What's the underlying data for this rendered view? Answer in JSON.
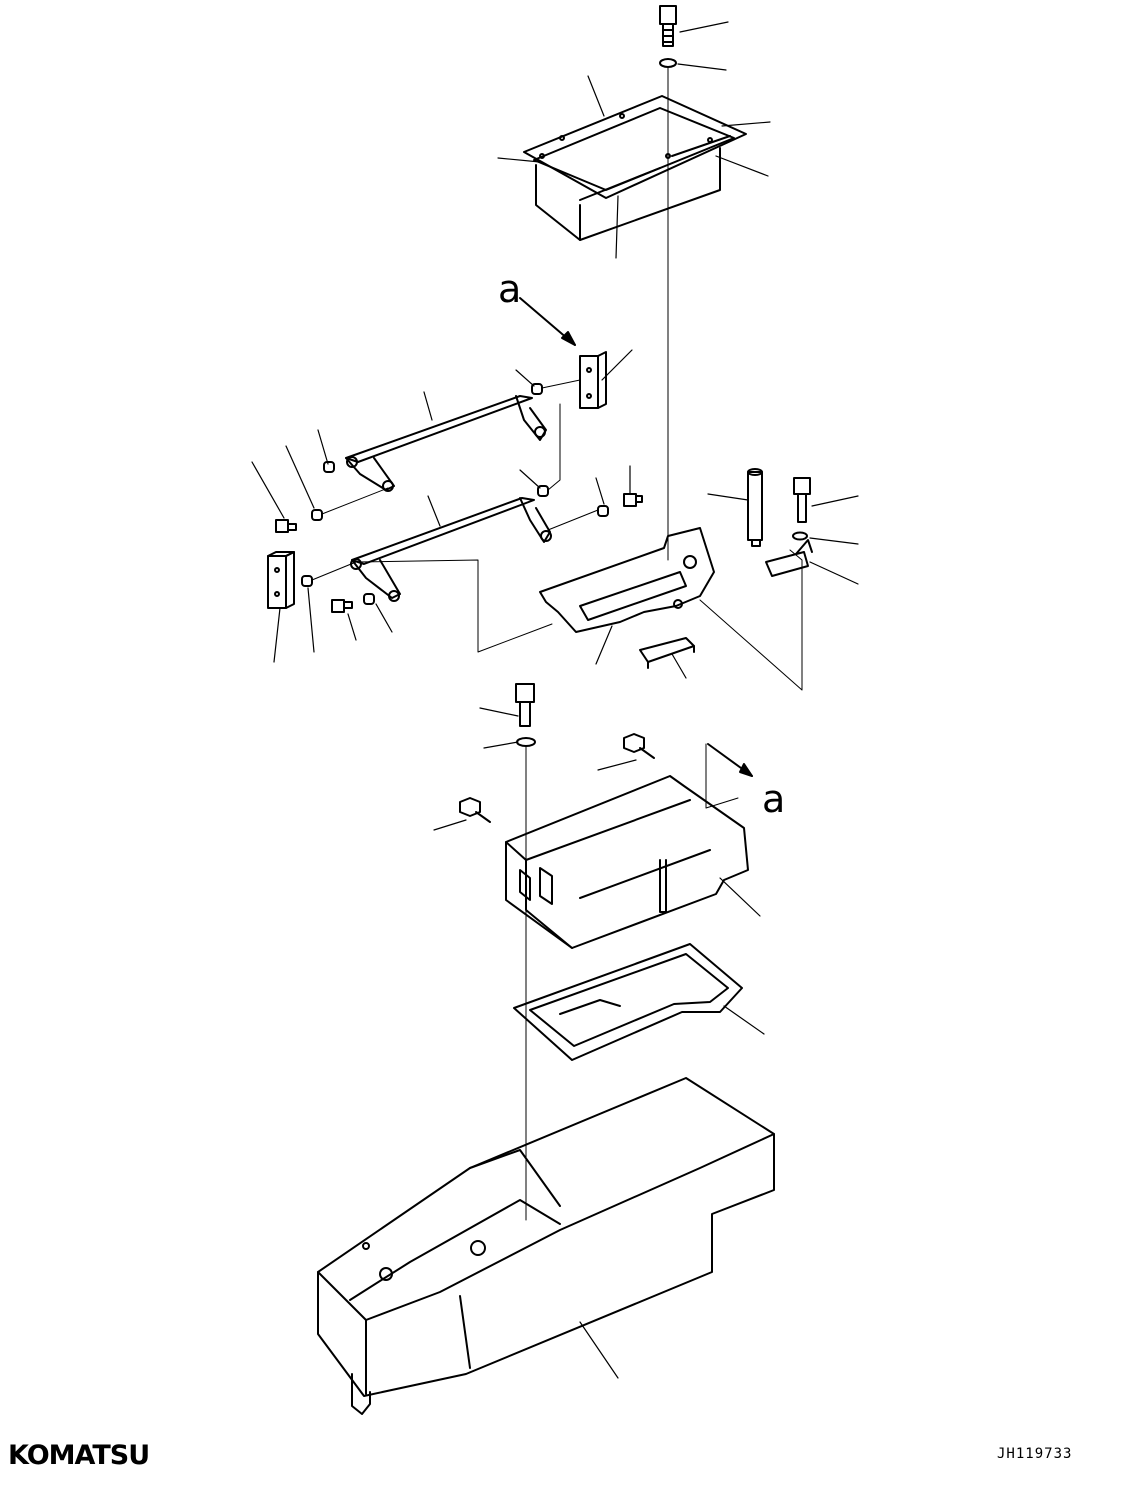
{
  "diagram": {
    "view_marker": "a",
    "view_marker_target": "a"
  },
  "footer": {
    "brand": "KOMATSU",
    "drawing_id": "JH119733"
  },
  "colors": {
    "line": "#000000",
    "background": "#ffffff"
  }
}
